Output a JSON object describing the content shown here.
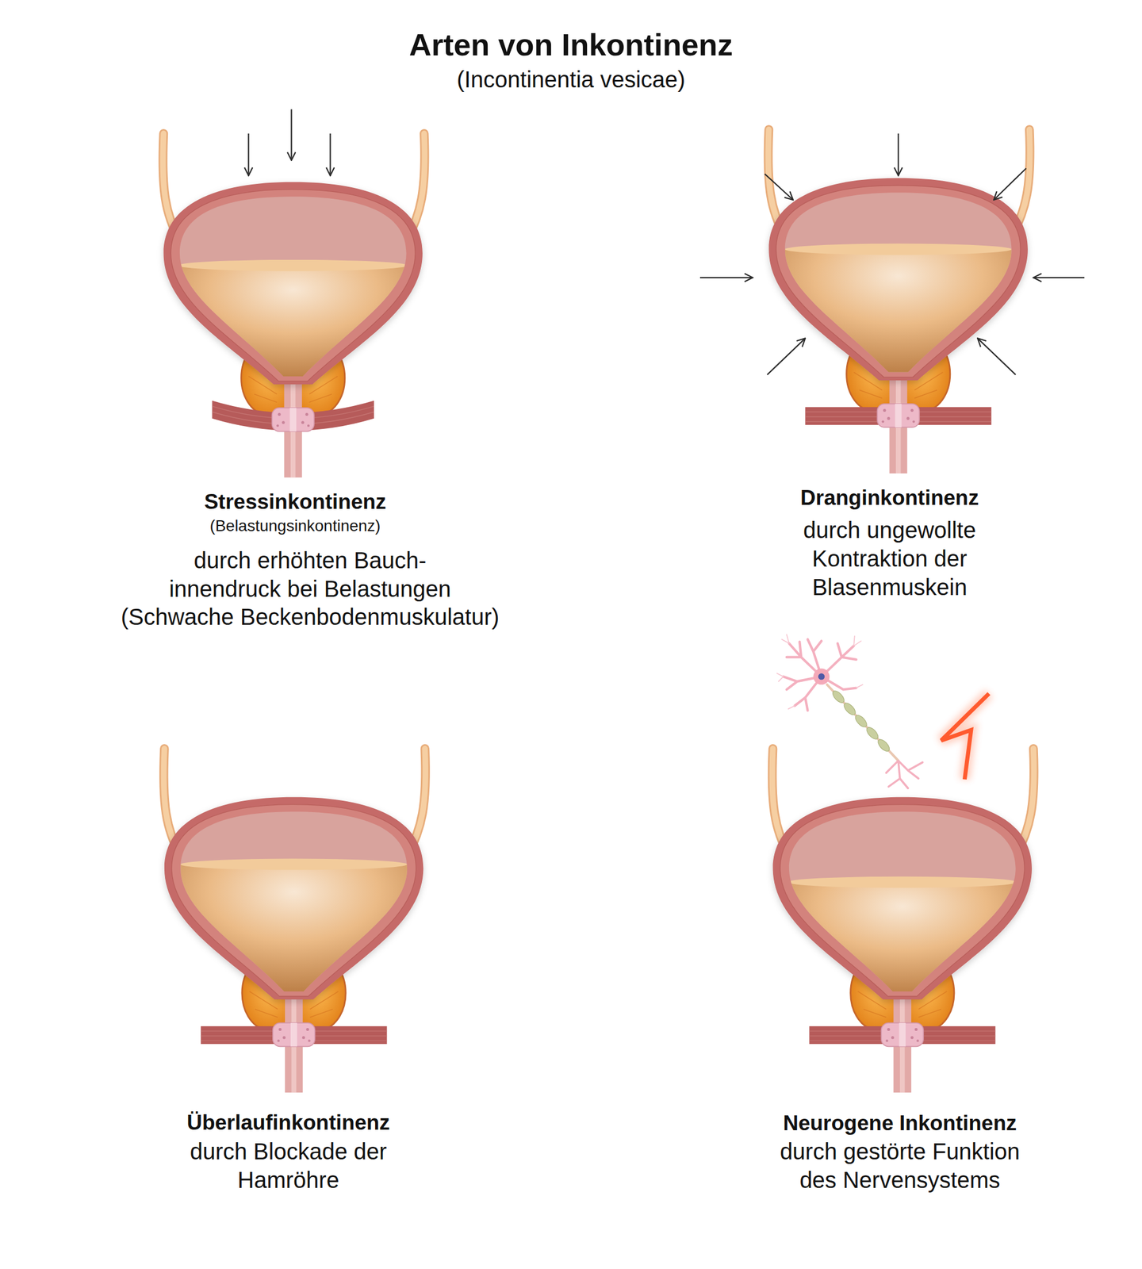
{
  "diagram": {
    "title": "Arten von Inkontinenz",
    "labels": [
      "(Incontinentia vesicae)",
      "Stressinkontinenz",
      "(Belastungsinkontinenz)",
      "durch erhöhten Bauch- innendruck bei Belastungen",
      "(Schwache Beckenbodenmuskulatur)",
      "Dranginkontinenz",
      "durch ungewollte Kontraktion der Blasenmuskein",
      "Überlaufinkontinenz",
      "durch Blockade der Hamröhre",
      "Neurogene Inkontinenz",
      "durch gestörte Funktion des Nervensystems"
    ]
  }
}
